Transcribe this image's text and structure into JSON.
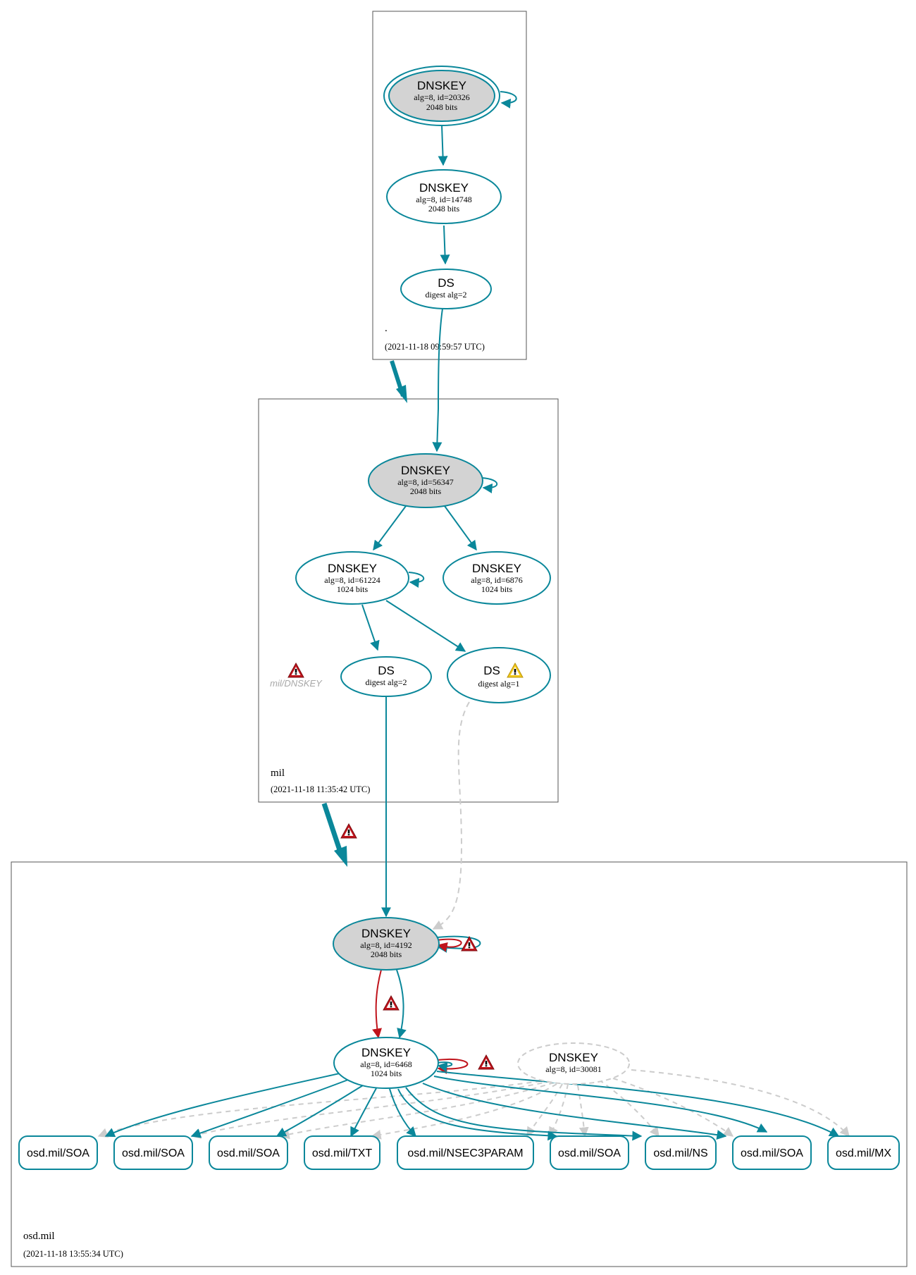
{
  "colors": {
    "valid": "#0a879a",
    "error": "#c0141c",
    "dashed": "#cccccc",
    "ksk_fill": "#d3d3d3",
    "zone_border": "#555555"
  },
  "zones": {
    "root": {
      "name": ".",
      "timestamp": "(2021-11-18 09:59:57 UTC)"
    },
    "mil": {
      "name": "mil",
      "timestamp": "(2021-11-18 11:35:42 UTC)"
    },
    "osd": {
      "name": "osd.mil",
      "timestamp": "(2021-11-18 13:55:34 UTC)"
    }
  },
  "nodes": {
    "root_ksk": {
      "title": "DNSKEY",
      "line1": "alg=8, id=20326",
      "line2": "2048 bits"
    },
    "root_zsk": {
      "title": "DNSKEY",
      "line1": "alg=8, id=14748",
      "line2": "2048 bits"
    },
    "root_ds": {
      "title": "DS",
      "line1": "digest alg=2"
    },
    "mil_ksk": {
      "title": "DNSKEY",
      "line1": "alg=8, id=56347",
      "line2": "2048 bits"
    },
    "mil_zsk1": {
      "title": "DNSKEY",
      "line1": "alg=8, id=61224",
      "line2": "1024 bits"
    },
    "mil_zsk2": {
      "title": "DNSKEY",
      "line1": "alg=8, id=6876",
      "line2": "1024 bits"
    },
    "mil_ds2": {
      "title": "DS",
      "line1": "digest alg=2"
    },
    "mil_ds1": {
      "title": "DS",
      "line1": "digest alg=1"
    },
    "mil_err": {
      "label": "mil/DNSKEY"
    },
    "osd_ksk": {
      "title": "DNSKEY",
      "line1": "alg=8, id=4192",
      "line2": "2048 bits"
    },
    "osd_zsk": {
      "title": "DNSKEY",
      "line1": "alg=8, id=6468",
      "line2": "1024 bits"
    },
    "osd_missing": {
      "title": "DNSKEY",
      "line1": "alg=8, id=30081"
    }
  },
  "rrsets": [
    "osd.mil/SOA",
    "osd.mil/SOA",
    "osd.mil/SOA",
    "osd.mil/TXT",
    "osd.mil/NSEC3PARAM",
    "osd.mil/SOA",
    "osd.mil/NS",
    "osd.mil/SOA",
    "osd.mil/MX"
  ],
  "icons": {
    "error": "error-triangle-icon",
    "warning": "warning-triangle-icon",
    "error_glyph": "!"
  }
}
